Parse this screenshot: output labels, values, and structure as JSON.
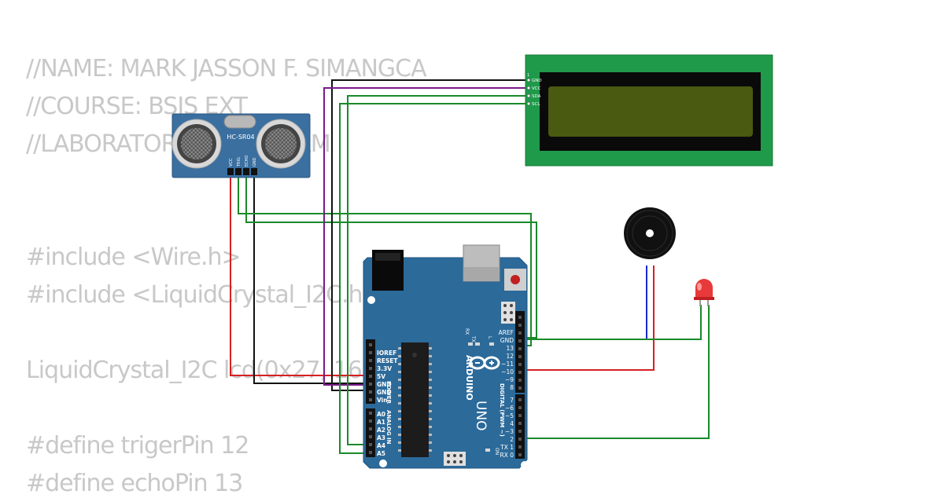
{
  "code_lines": [
    "//NAME: MARK JASSON F. SIMANGCA",
    "//COURSE: BSIS EXT",
    "//LABORATORY FINAL EXAM",
    "#include <Wire.h>",
    "#include <LiquidCrystal_I2C.h>",
    "LiquidCrystal_I2C lcd(0x27, 16, 2);",
    "#define trigerPin 12",
    "#define echoPin 13"
  ],
  "sensor": {
    "model": "HC-SR04",
    "pins": [
      "VCC",
      "TRIG",
      "ECHO",
      "GND"
    ]
  },
  "lcd": {
    "pin1": "1",
    "pins": [
      "GND",
      "VCC",
      "SDA",
      "SCL"
    ]
  },
  "arduino": {
    "brand": "ARDUINO",
    "model": "UNO",
    "tx": "TX",
    "rx": "RX",
    "l": "L",
    "on": "ON",
    "power_label": "POWER",
    "analog_label": "ANALOG IN",
    "digital_label": "DIGITAL (PWM ~)",
    "power_pins": [
      "IOREF",
      "RESET",
      "3.3V",
      "5V",
      "GND",
      "GND",
      "Vin"
    ],
    "analog_pins": [
      "A0",
      "A1",
      "A2",
      "A3",
      "A4",
      "A5"
    ],
    "digital_top": [
      "AREF",
      "GND",
      "13",
      "12",
      "~11",
      "~10",
      "~9",
      "8"
    ],
    "digital_bottom": [
      "7",
      "~6",
      "~5",
      "4",
      "~3",
      "2",
      "TX 1",
      "RX 0"
    ]
  },
  "colors": {
    "board": "#2c6a9a",
    "pcb_green": "#1f9a4a",
    "lcd_screen": "#4a5a10",
    "wire_red": "#d62020",
    "wire_black": "#111111",
    "wire_purple": "#7a1a8a",
    "wire_green": "#1a8a2a",
    "wire_blue": "#1a2ad6"
  }
}
